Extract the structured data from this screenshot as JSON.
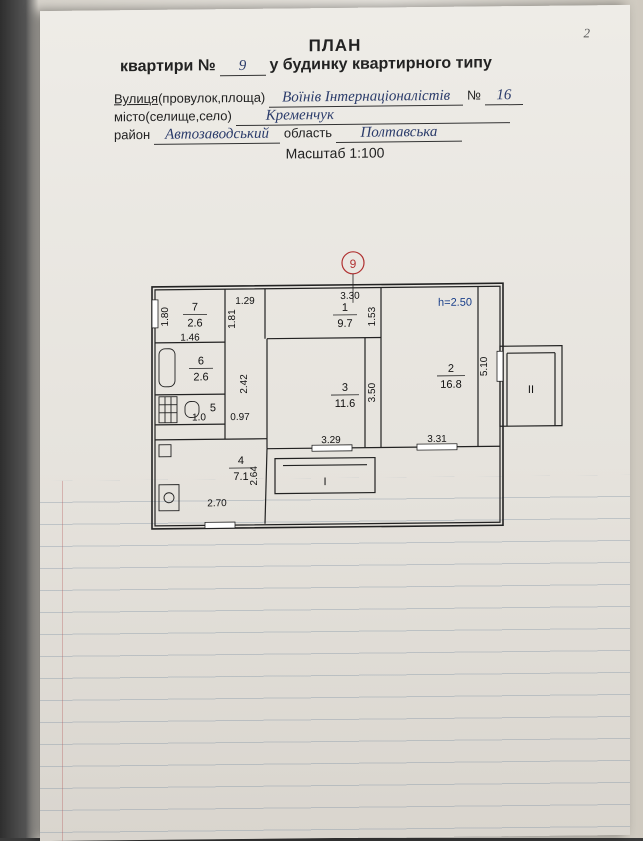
{
  "page_number": "2",
  "title": "ПЛАН",
  "header": {
    "apartment_label": "квартири №",
    "apartment_number": "9",
    "building_type": "у будинку квартирного типу",
    "street_label": "Вулиця",
    "street_label_rest": "(провулок,площа)",
    "street_value": "Воїнів Інтернаціоналістів",
    "house_label": "№",
    "house_number": "16",
    "city_label": "місто(селище,село)",
    "city_value": "Кременчук",
    "district_label": "район",
    "district_value": "Автозаводський",
    "region_label": "область",
    "region_value": "Полтавська",
    "scale": "Масштаб  1:100"
  },
  "plan": {
    "apartment_marker": "9",
    "ceiling_height": "h=2.50",
    "rooms": [
      {
        "number": "1",
        "area": "9.7"
      },
      {
        "number": "2",
        "area": "16.8"
      },
      {
        "number": "3",
        "area": "11.6"
      },
      {
        "number": "4",
        "area": "7.1"
      },
      {
        "number": "5",
        "area": ""
      },
      {
        "number": "6",
        "area": "2.6"
      },
      {
        "number": "7",
        "area": "2.6"
      }
    ],
    "balconies": [
      "I",
      "II"
    ],
    "dimensions": {
      "d_1_80": "1.80",
      "d_1_29": "1.29",
      "d_1_81": "1.81",
      "d_1_46": "1.46",
      "d_3_30": "3.30",
      "d_1_53": "1.53",
      "d_2_42": "2.42",
      "d_1_0": "1.0",
      "d_0_97": "0.97",
      "d_3_50": "3.50",
      "d_5_10": "5.10",
      "d_2_64": "2.64",
      "d_3_29": "3.29",
      "d_3_31": "3.31",
      "d_2_70": "2.70"
    }
  }
}
